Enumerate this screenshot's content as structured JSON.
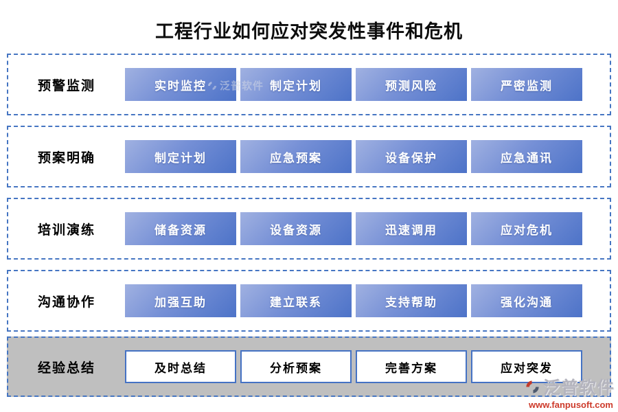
{
  "title": "工程行业如何应对突发性事件和危机",
  "rows": [
    {
      "label": "预警监测",
      "buttons": [
        "实时监控",
        "制定计划",
        "预测风险",
        "严密监测"
      ]
    },
    {
      "label": "预案明确",
      "buttons": [
        "制定计划",
        "应急预案",
        "设备保护",
        "应急通讯"
      ]
    },
    {
      "label": "培训演练",
      "buttons": [
        "储备资源",
        "设备资源",
        "迅速调用",
        "应对危机"
      ]
    },
    {
      "label": "沟通协作",
      "buttons": [
        "加强互助",
        "建立联系",
        "支持帮助",
        "强化沟通"
      ]
    },
    {
      "label": "经验总结",
      "buttons": [
        "及时总结",
        "分析预案",
        "完善方案",
        "应对突发"
      ]
    }
  ],
  "watermark": {
    "inline_text": "泛普软件",
    "brand_text": "泛普软件",
    "brand_url": "www.fanpusoft.com",
    "logo_icon": "fanpu-swirl-logo"
  },
  "colors": {
    "dashed_border": "#4575c2",
    "button_gradient_light": "#a0b1e1",
    "button_gradient_dark": "#4d73c8",
    "summary_row_background": "#bfbfbf",
    "summary_button_border": "#4472c4",
    "watermark_url_red": "#cd3a2a",
    "watermark_brand_silver": "#b4b4be"
  }
}
